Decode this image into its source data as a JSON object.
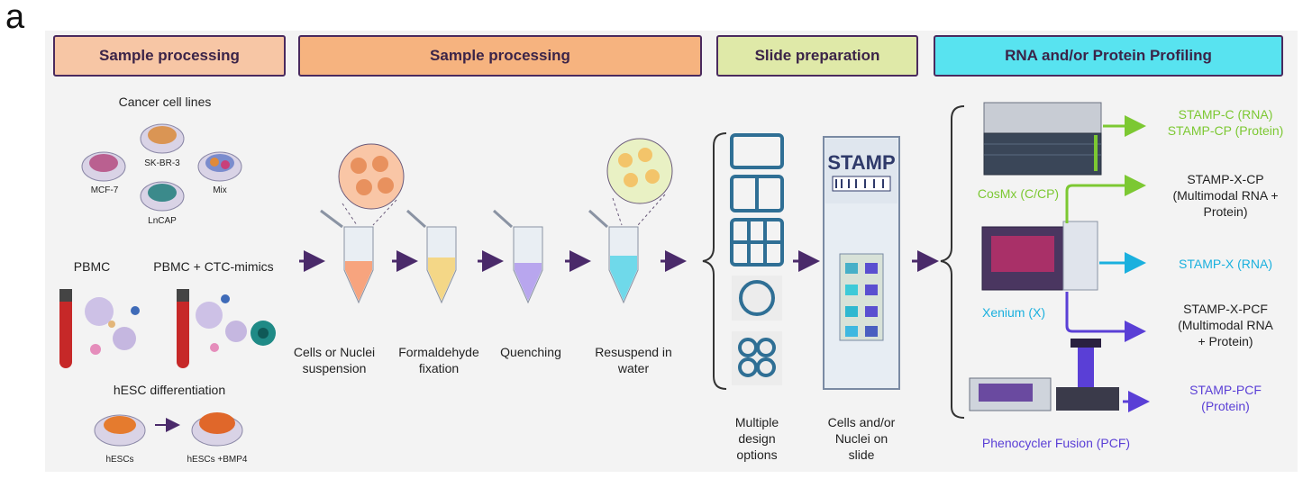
{
  "panel_label": "a",
  "headers": [
    {
      "label": "Sample processing",
      "color": "#f7c6a5"
    },
    {
      "label": "Sample processing",
      "color": "#f6b37f"
    },
    {
      "label": "Slide preparation",
      "color": "#dfe9a8"
    },
    {
      "label": "RNA and/or Protein Profiling",
      "color": "#58e3f0"
    }
  ],
  "samples": {
    "cancer_title": "Cancer cell lines",
    "mcf7": "MCF-7",
    "skbr3": "SK-BR-3",
    "mix": "Mix",
    "lncap": "LnCAP",
    "pbmc": "PBMC",
    "pbmc_ctc": "PBMC + CTC-mimics",
    "hesc_title": "hESC differentiation",
    "hescs": "hESCs",
    "hescs_bmp4": "hESCs +BMP4"
  },
  "steps": {
    "cells_line1": "Cells or Nuclei",
    "cells_line2": "suspension",
    "fix_line1": "Formaldehyde",
    "fix_line2": "fixation",
    "quench": "Quenching",
    "resus_line1": "Resuspend in",
    "resus_line2": "water"
  },
  "slide": {
    "designs_line1": "Multiple",
    "designs_line2": "design",
    "designs_line3": "options",
    "cells_line1": "Cells and/or",
    "cells_line2": "Nuclei on",
    "cells_line3": "slide",
    "brand": "STAMP"
  },
  "instruments": {
    "cosmx": "CosMx (C/CP)",
    "xenium": "Xenium (X)",
    "pcf": "Phenocycler Fusion (PCF)"
  },
  "outputs": {
    "stamp_c": "STAMP-C (RNA)",
    "stamp_cp": "STAMP-CP (Protein)",
    "xcp_1": "STAMP-X-CP",
    "xcp_2": "(Multimodal RNA +",
    "xcp_3": "Protein)",
    "stamp_x": "STAMP-X (RNA)",
    "xpcf_1": "STAMP-X-PCF",
    "xpcf_2": "(Multimodal RNA",
    "xpcf_3": "+ Protein)",
    "pcf_1": "STAMP-PCF",
    "pcf_2": "(Protein)"
  },
  "colors": {
    "arrow": "#4a2a6a",
    "green": "#7cc832",
    "cyan": "#1ab0de",
    "purple": "#5a3fd6",
    "slide_blue": "#2f6f95"
  }
}
